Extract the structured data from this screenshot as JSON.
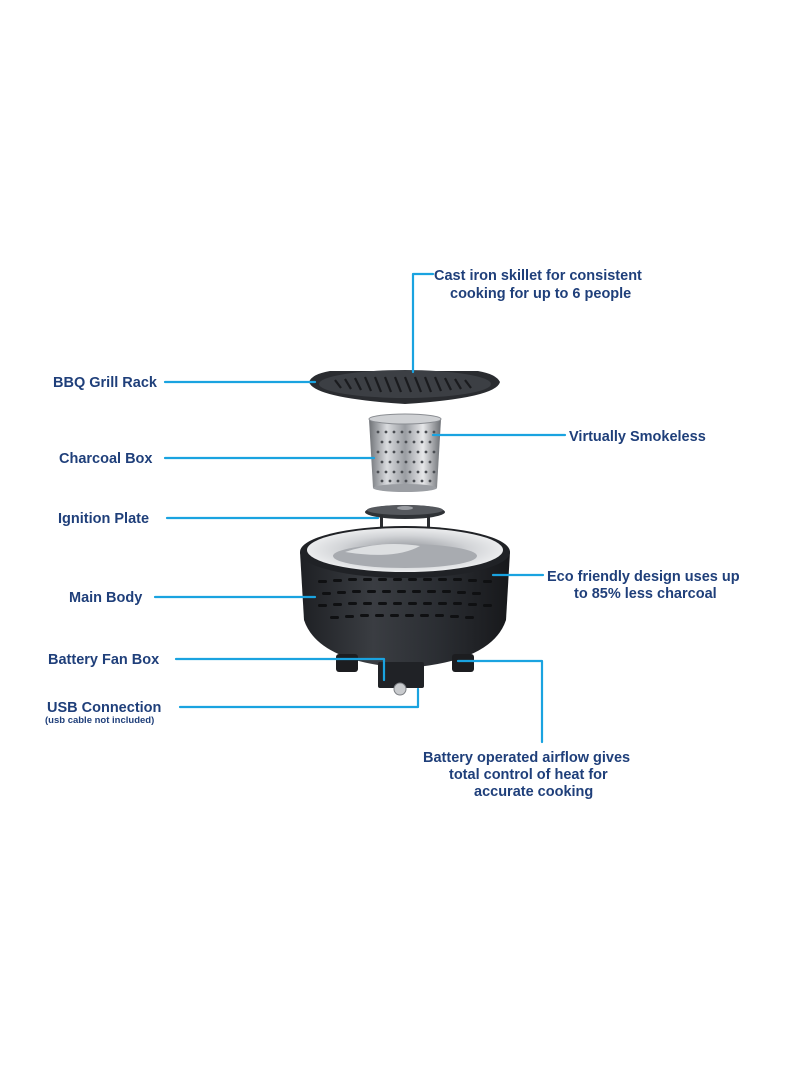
{
  "colors": {
    "label_text": "#1f3f7a",
    "leader_line": "#1aa3e0",
    "body_dark": "#2b2d31",
    "steel": "#b9bcc0"
  },
  "labels": {
    "bbq_grill_rack": "BBQ Grill Rack",
    "charcoal_box": "Charcoal Box",
    "ignition_plate": "Ignition Plate",
    "main_body": "Main Body",
    "battery_fan_box": "Battery Fan Box",
    "usb_connection": "USB Connection",
    "usb_note": "(usb cable not included)",
    "cast_iron_line1": "Cast iron skillet for consistent",
    "cast_iron_line2": "cooking for up to 6 people",
    "smokeless": "Virtually Smokeless",
    "eco_line1": "Eco friendly design uses up",
    "eco_line2": "to 85% less charcoal",
    "battery_line1": "Battery operated airflow gives",
    "battery_line2": "total control of heat for",
    "battery_line3": "accurate cooking"
  }
}
